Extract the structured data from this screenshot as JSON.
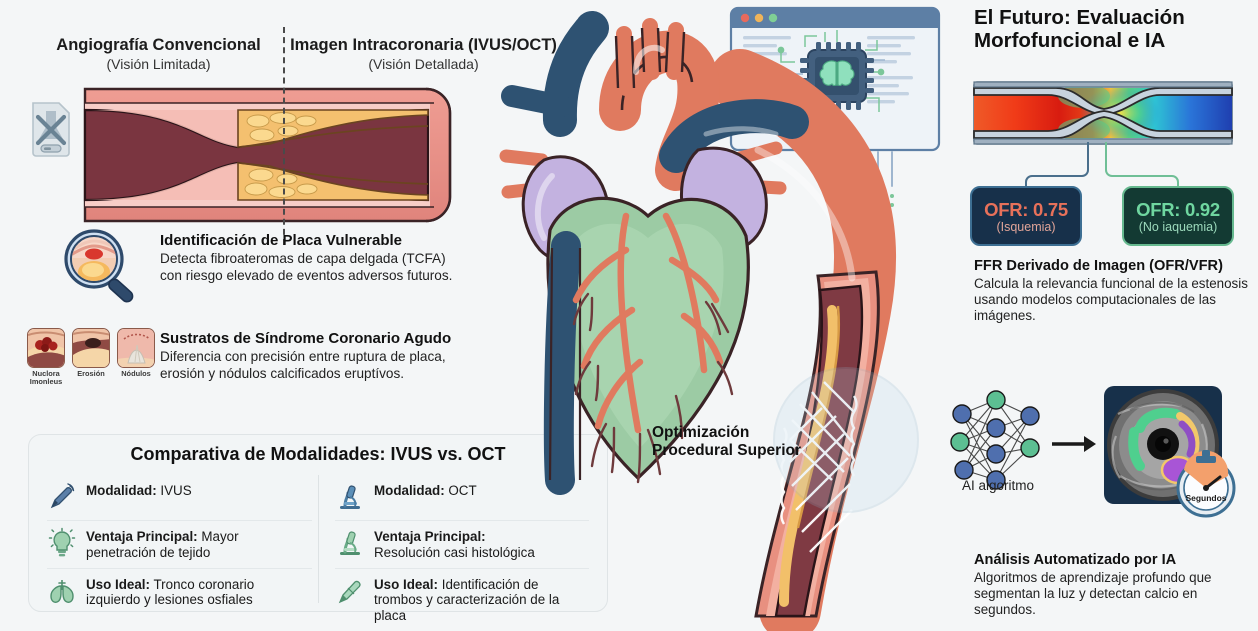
{
  "background_color": "#f4f6f7",
  "left": {
    "angio_header": {
      "left_title": "Angiografía Convencional",
      "left_subtitle": "(Visión Limitada)",
      "right_title": "Imagen Intracoronaria (IVUS/OCT)",
      "right_subtitle": "(Visión Detallada)"
    },
    "bullets": [
      {
        "title": "Identificación de Placa Vulnerable",
        "body": "Detecta fibroateromas de capa delgada (TCFA) con riesgo elevado de eventos adversos futuros.",
        "icon": "magnifier-plaque-icon"
      },
      {
        "title": "Sustratos de Síndrome Coronario Agudo",
        "body": "Diferencia con precisión entre ruptura de placa, erosión y nódulos calcificados eruptívos.",
        "icon": "plaque-substrate-icons"
      }
    ],
    "substrate_labels": [
      "Nuclora Imonleus",
      "Erosión",
      "Nódulos"
    ],
    "compare": {
      "title": "Comparativa de Modalidades: IVUS vs. OCT",
      "columns": [
        {
          "rows": [
            {
              "icon": "ultrasound-probe-icon",
              "label": "Modalidad:",
              "value": " IVUS"
            },
            {
              "icon": "lightbulb-icon",
              "label": "Ventaja Principal:",
              "value": " Mayor penetración de tejido"
            },
            {
              "icon": "lungs-icon",
              "label": "Uso Ideal:",
              "value": " Tronco coronario izquierdo y lesiones osfiales"
            }
          ]
        },
        {
          "rows": [
            {
              "icon": "microscope-icon",
              "label": "Modalidad:",
              "value": " OCT"
            },
            {
              "icon": "microscope-icon",
              "label": "Ventaja Principal:",
              "value": " Resolución casi histológica"
            },
            {
              "icon": "oct-catheter-icon",
              "label": "Uso Ideal:",
              "value": " Identificación de trombos y caracterización de la placa"
            }
          ]
        }
      ]
    }
  },
  "center": {
    "optimization_label": "Optimización Procedural Superior"
  },
  "right": {
    "future_title": "El Futuro: Evaluación Morfofuncional e IA",
    "ofr_badges": [
      {
        "value": "OFR: 0.75",
        "status": "(Isquemia)",
        "value_color": "#e8715a",
        "status_color": "#e8a090",
        "bg": "#17304a",
        "border": "#3d6f93"
      },
      {
        "value": "OFR: 0.92",
        "status": "(No iaquemia)",
        "value_color": "#6fd6a0",
        "status_color": "#9bd9bb",
        "bg": "#133a33",
        "border": "#66b98f"
      }
    ],
    "ffr_block": {
      "title": "FFR Derivado de Imagen (OFR/VFR)",
      "body": "Calcula la relevancia funcional de la estenosis usando modelos computacionales de las imágenes."
    },
    "ai_label": "AI algoritmo",
    "stopwatch_label": "Segundos",
    "ai_block": {
      "title": "Análisis Automatizado por IA",
      "body": "Algoritmos de aprendizaje profundo que segmentan la luz y detectan calcio en segundos."
    }
  },
  "palette": {
    "artery_red": "#e07a5f",
    "vein_blue": "#2e5272",
    "myocardium_green": "#9ccba4",
    "atrium_purple": "#c3b2e0",
    "plaque_yellow": "#f2c06a",
    "lumen_dark": "#7a3540",
    "vessel_pink": "#f0a3a0",
    "accent_teal": "#5fb894"
  }
}
